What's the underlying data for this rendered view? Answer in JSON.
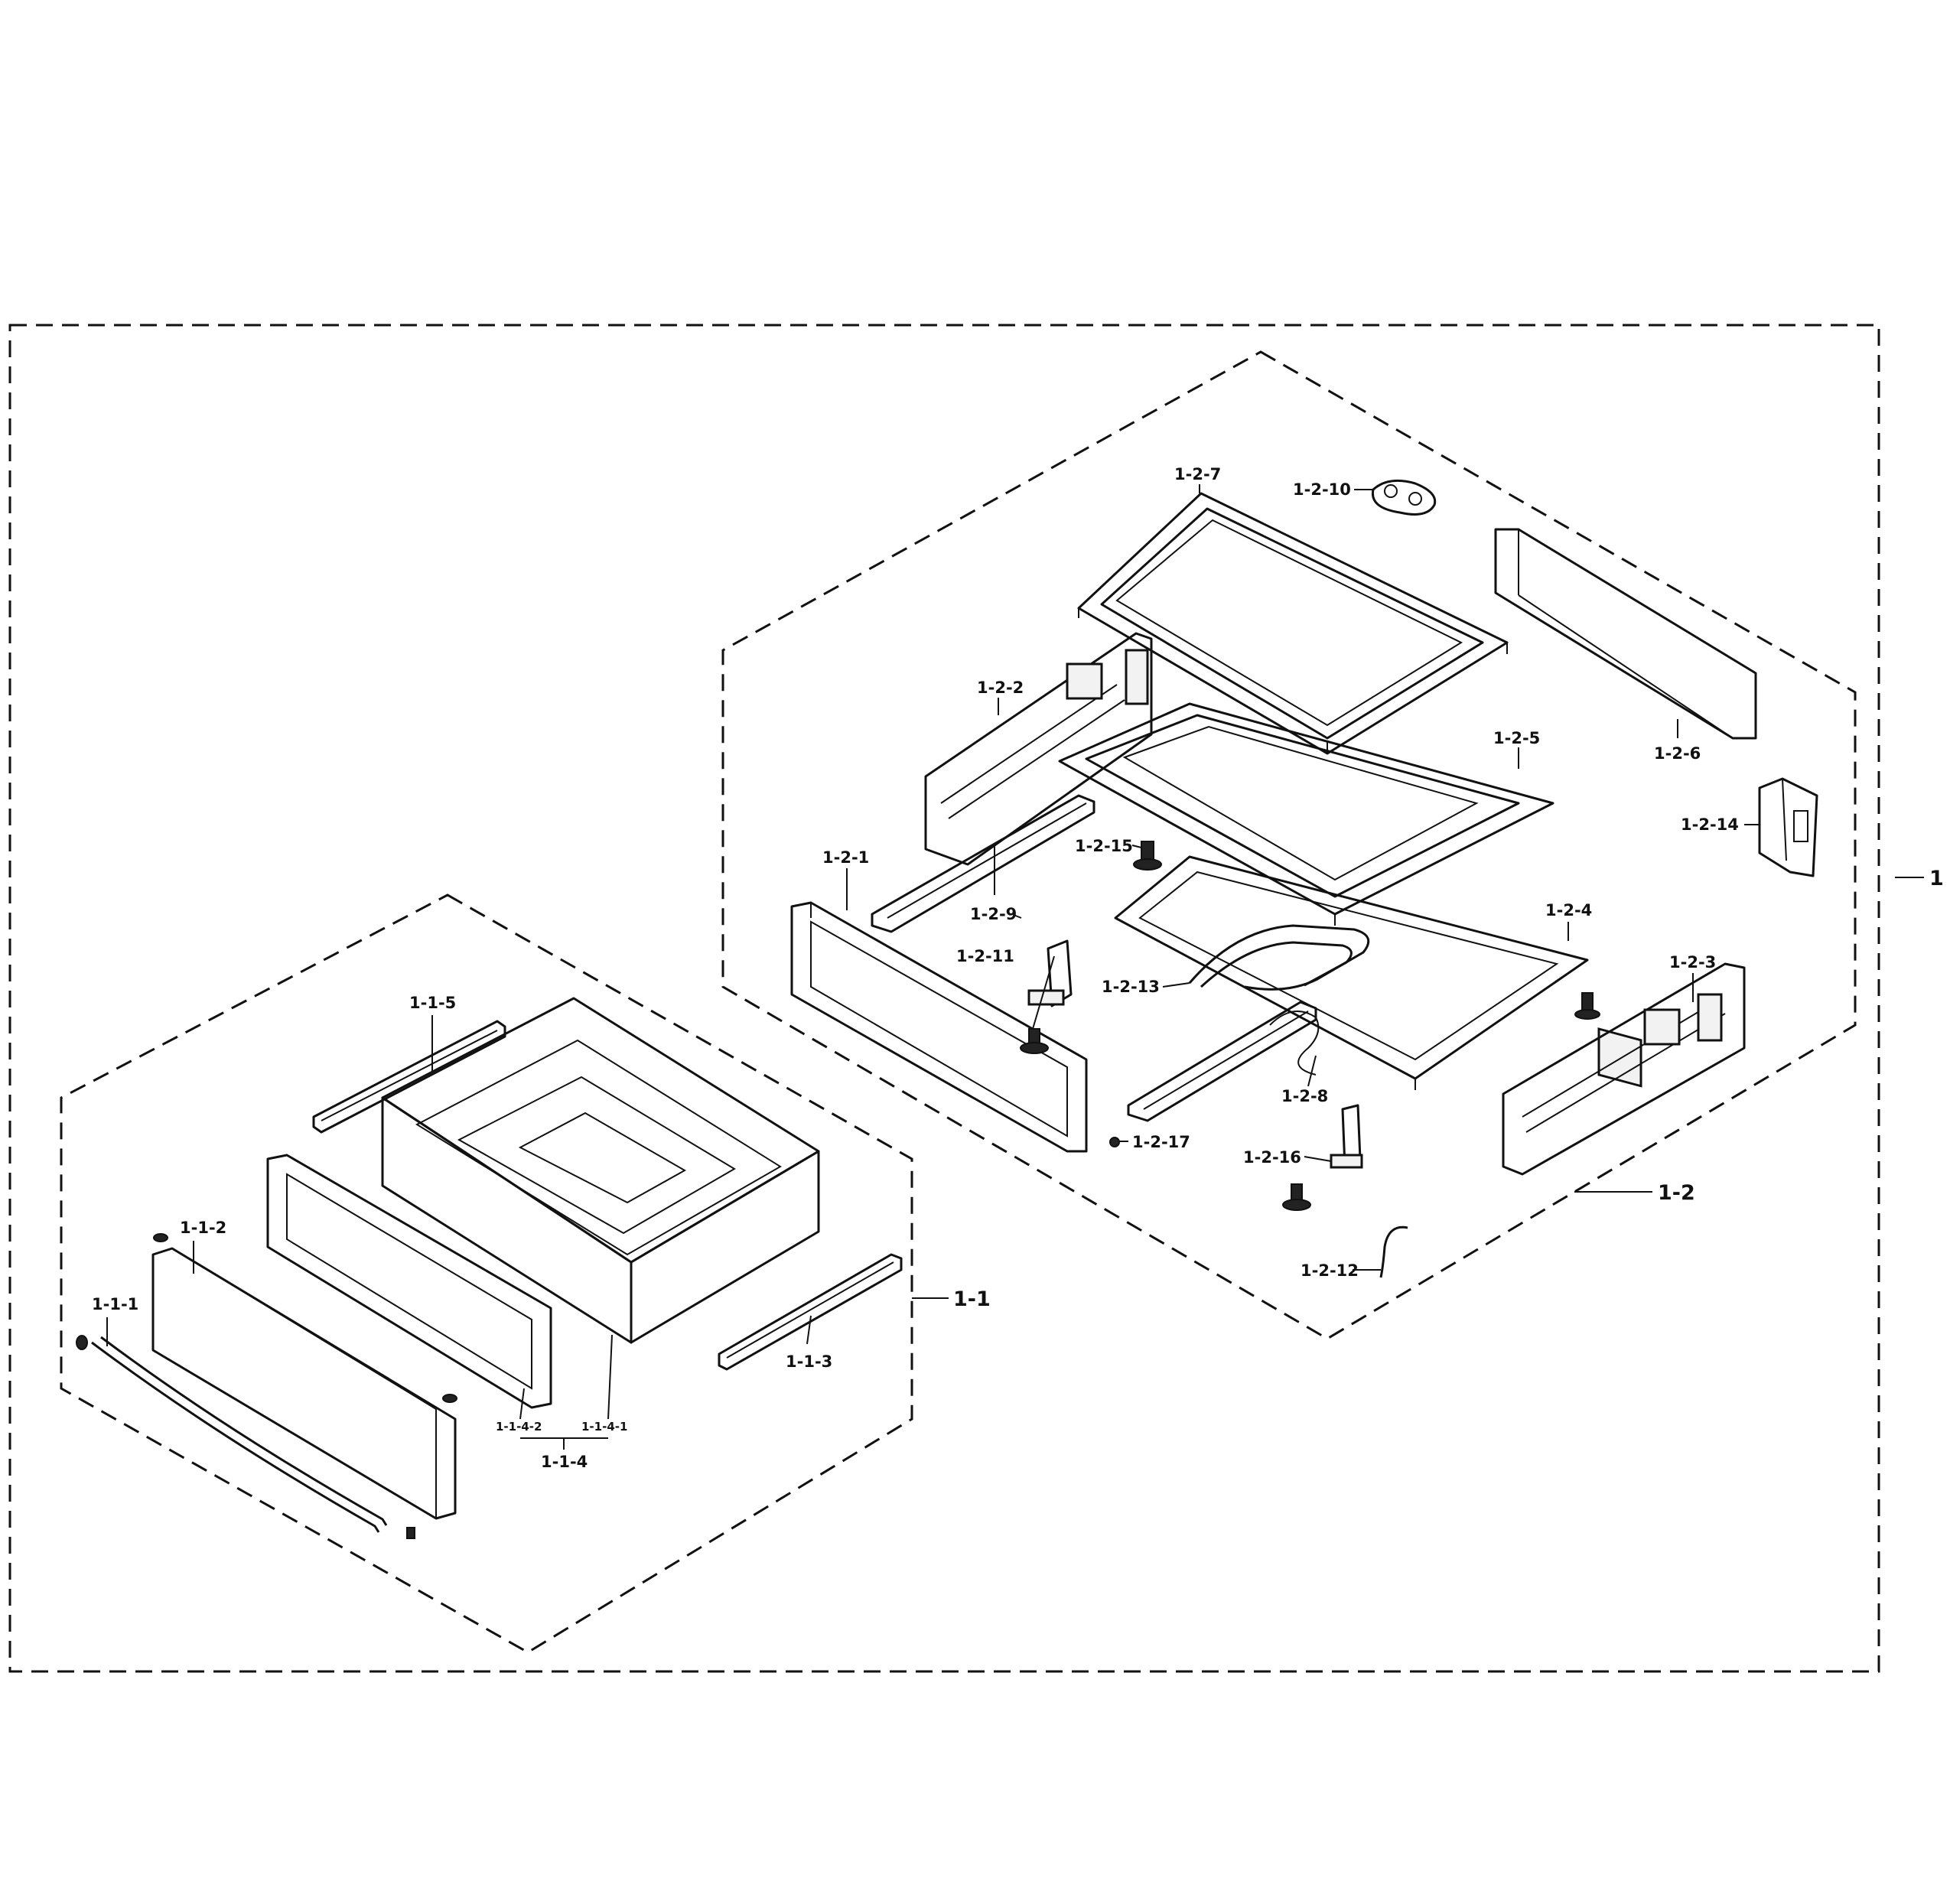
{
  "diagram": {
    "labels": {
      "assembly": "1",
      "sub_assembly_1": "1-1",
      "sub_assembly_2": "1-2",
      "p_1_1_1": "1-1-1",
      "p_1_1_2": "1-1-2",
      "p_1_1_3": "1-1-3",
      "p_1_1_4": "1-1-4",
      "p_1_1_4_1": "1-1-4-1",
      "p_1_1_4_2": "1-1-4-2",
      "p_1_1_5": "1-1-5",
      "p_1_2_1": "1-2-1",
      "p_1_2_2": "1-2-2",
      "p_1_2_3": "1-2-3",
      "p_1_2_4": "1-2-4",
      "p_1_2_5": "1-2-5",
      "p_1_2_6": "1-2-6",
      "p_1_2_7": "1-2-7",
      "p_1_2_8": "1-2-8",
      "p_1_2_9": "1-2-9",
      "p_1_2_10": "1-2-10",
      "p_1_2_11": "1-2-11",
      "p_1_2_12": "1-2-12",
      "p_1_2_13": "1-2-13",
      "p_1_2_14": "1-2-14",
      "p_1_2_15": "1-2-15",
      "p_1_2_16": "1-2-16",
      "p_1_2_17": "1-2-17"
    }
  }
}
